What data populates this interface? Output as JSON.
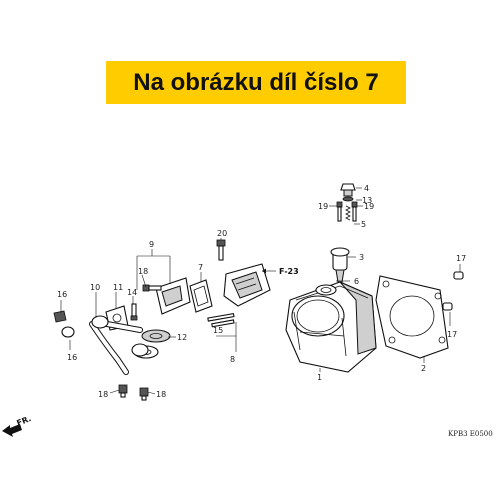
{
  "banner": {
    "text": "Na obrázku díl číslo 7",
    "background": "#ffcc00"
  },
  "diagram": {
    "callouts": [
      "1",
      "2",
      "3",
      "4",
      "5",
      "6",
      "7",
      "8",
      "9",
      "10",
      "11",
      "12",
      "13",
      "14",
      "15",
      "16",
      "16",
      "17",
      "17",
      "18",
      "18",
      "18",
      "19",
      "19",
      "20"
    ],
    "reference": "F-23",
    "front_marker": "FR.",
    "code": "KPB3  E0500"
  }
}
